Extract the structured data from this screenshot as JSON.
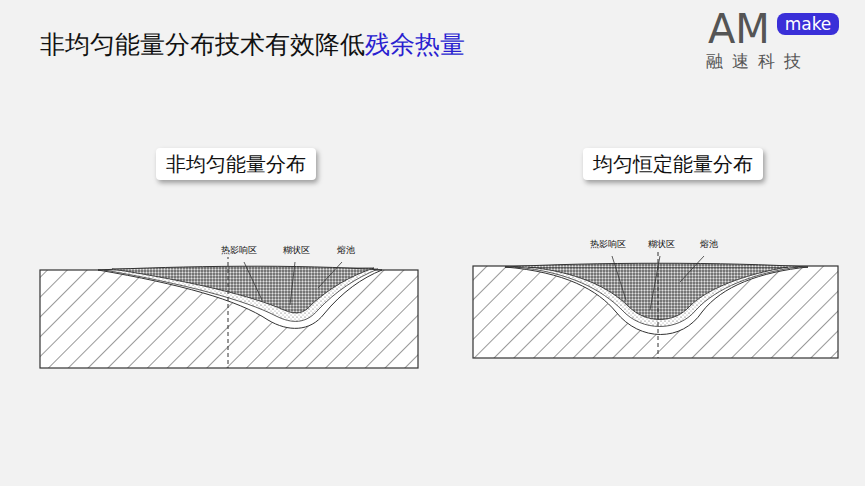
{
  "diagram": {
    "title": "非均匀能量分布技术有效降低",
    "nodes": [
      {
        "text": [
          "make"
        ]
      },
      {
        "text": [
          "非均匀能量分布"
        ]
      },
      {
        "text": [
          "均匀恒定能量分布"
        ]
      }
    ],
    "labels": [
      "残余热量",
      "AM",
      "融速科技",
      "热影响区",
      "糊状区",
      "熔池",
      "热影响区",
      "糊状区",
      "熔池"
    ]
  }
}
